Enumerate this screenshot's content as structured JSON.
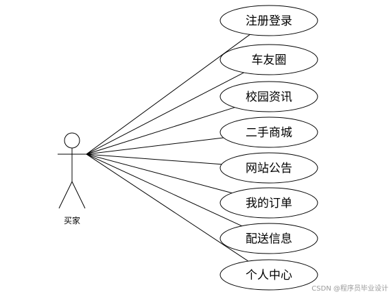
{
  "actor": {
    "name": "买家"
  },
  "use_cases": [
    {
      "label": "注册登录"
    },
    {
      "label": "车友圈"
    },
    {
      "label": "校园资讯"
    },
    {
      "label": "二手商城"
    },
    {
      "label": "网站公告"
    },
    {
      "label": "我的订单"
    },
    {
      "label": "配送信息"
    },
    {
      "label": "个人中心"
    }
  ],
  "watermark": "CSDN @程序员毕业设计"
}
